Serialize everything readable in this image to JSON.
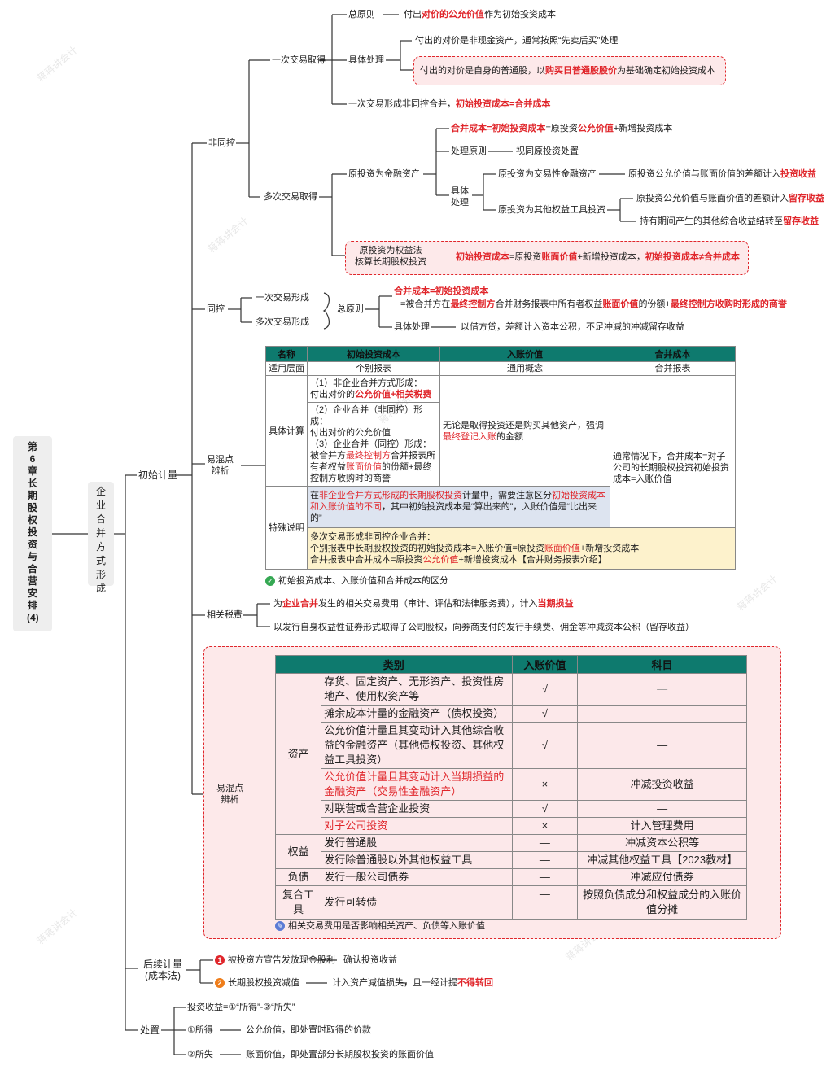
{
  "watermark": "蒋蒋讲会计",
  "root": {
    "title": "第6章长期股权投资与合营安排(4)"
  },
  "l1": {
    "title": "企业合并方式形成"
  },
  "l2": {
    "init": "初始计量",
    "subsequent": "后续计量\n(成本法)",
    "disposal": "处置"
  },
  "l3": {
    "nontong": "非同控",
    "tong": "同控",
    "hunxiao1": "易混点\n辨析",
    "related": "相关税费",
    "hunxiao2": "易混点\n辨析"
  },
  "nontong": {
    "once": "一次交易取得",
    "multi": "多次交易取得",
    "zongyuanze": "总原则",
    "zong_text_1": "付出",
    "zong_text_red": "对价的公允价值",
    "zong_text_2": "作为初始投资成本",
    "juti": "具体处理",
    "juti_1": "付出的对价是非现金资产，通常按照“先卖后买”处理",
    "juti_2a": "付出的对价是自身的普通股，以",
    "juti_2red": "购买日普通股股价",
    "juti_2b": "为基础确定初始投资成本",
    "once_form_a": "一次交易形成非同控合并，",
    "once_form_red": "初始投资成本=合并成本",
    "multi_top_red": "合并成本=初始投资成本",
    "multi_top_b": "=原投资",
    "multi_top_red2": "公允价值",
    "multi_top_c": "+新增投资成本",
    "yuan_fin": "原投资为金融资产",
    "chuli": "处理原则",
    "chuli_text": "视同原投资处置",
    "juti2": "具体\n处理",
    "jiaoyi": "原投资为交易性金融资产",
    "jiaoyi_a": "原投资公允价值与账面价值的差额计入",
    "jiaoyi_red": "投资收益",
    "qita": "原投资为其他权益工具投资",
    "qita_1a": "原投资公允价值与账面价值的差额计入",
    "qita_1red": "留存收益",
    "qita_2a": "持有期间产生的其他综合收益结转至",
    "qita_2red": "留存收益",
    "equity_label": "原投资为权益法\n核算长期股权投资",
    "equity_red1": "初始投资成本",
    "equity_b": "=原投资",
    "equity_red2": "账面价值",
    "equity_c": "+新增投资成本，",
    "equity_red3": "初始投资成本≠合并成本"
  },
  "tong": {
    "once": "一次交易形成",
    "multi": "多次交易形成",
    "zong": "总原则",
    "red1": "合并成本=初始投资成本",
    "line2a": "=被合并方在",
    "line2red1": "最终控制方",
    "line2b": "合并财务报表中所有者权益",
    "line2red2": "账面价值",
    "line2c": "的份额+",
    "line2red3": "最终控制方收购时形成的商誉",
    "juti": "具体处理",
    "juti_text": "以借方贷，差额计入资本公积，不足冲减的冲减留存收益"
  },
  "table1": {
    "headers": [
      "名称",
      "初始投资成本",
      "入账价值",
      "合并成本"
    ],
    "row1": [
      "适用层面",
      "个别报表",
      "通用概念",
      "合并报表"
    ],
    "calc_label": "具体计算",
    "calc_a1": "（1）非企业合并方式形成：",
    "calc_a2a": "付出对价的",
    "calc_a2red": "公允价值+相关税费",
    "calc_b1": "（2）企业合并（非同控）形成：",
    "calc_b2": "付出对价的公允价值",
    "calc_c1": "（3）企业合并（同控）形成：",
    "calc_c2a": "被合并方",
    "calc_c2red": "最终控制方",
    "calc_c2b": "合并报表所",
    "calc_c3a": "有者权益",
    "calc_c3red": "账面价值",
    "calc_c3b": "的份额+最终",
    "calc_c4": "控制方收购时的商誉",
    "ruzhang_a": "无论是取得投资还是购买其他资产，强调",
    "ruzhang_red": "最终登记入账",
    "ruzhang_b": "的金额",
    "hebing": "通常情况下，合并成本=对子公司的长期股权投资初始投资成本=入账价值",
    "special_label": "特殊说明",
    "sp1_a": "在",
    "sp1_red1": "非企业合并方式形成的长期股权投资",
    "sp1_b": "计量中，需要注意区分",
    "sp1_red2": "初始投资成本和入账价值的不同",
    "sp1_c": "，其中初始投资成本是“算出来的”，入账价值是“比出来的”",
    "sp2_1": "多次交易形成非同控企业合并：",
    "sp2_2a": "个别报表中长期股权投资的初始投资成本=入账价值=原投资",
    "sp2_2red": "账面价值",
    "sp2_2b": "+新增投资成本",
    "sp2_3a": "合并报表中合并成本=原投资",
    "sp2_3red": "公允价值",
    "sp2_3b": "+新增投资成本【合并财务报表介绍】",
    "note": "初始投资成本、入账价值和合并成本的区分"
  },
  "related": {
    "r1a": "为",
    "r1red1": "企业合并",
    "r1b": "发生的相关交易费用（审计、评估和法律服务费），计入",
    "r1red2": "当期损益",
    "r2": "以发行自身权益性证券形式取得子公司股权，向券商支付的发行手续费、佣金等冲减资本公积（留存收益）"
  },
  "table2": {
    "headers": [
      "类别",
      "入账价值",
      "科目"
    ],
    "groups": [
      "资产",
      "权益",
      "负债",
      "复合工具"
    ],
    "rows": [
      {
        "item": "存货、固定资产、无形资产、投资性房地产、使用权资产等",
        "v": "√",
        "k": "—"
      },
      {
        "item": "摊余成本计量的金融资产（债权投资）",
        "v": "√",
        "k": "—"
      },
      {
        "item": "公允价值计量且其变动计入其他综合收益的金融资产（其他债权投资、其他权益工具投资）",
        "v": "√",
        "k": "—"
      },
      {
        "item": "公允价值计量且其变动计入当期损益的金融资产（交易性金融资产）",
        "v": "×",
        "k": "冲减投资收益"
      },
      {
        "item": "对联营或合营企业投资",
        "v": "√",
        "k": "—"
      },
      {
        "item": "对子公司投资",
        "v": "×",
        "k": "计入管理费用"
      },
      {
        "item": "发行普通股",
        "v": "—",
        "k": "冲减资本公积等"
      },
      {
        "item": "发行除普通股以外其他权益工具",
        "v": "—",
        "k": "冲减其他权益工具【2023教材】"
      },
      {
        "item": "发行一般公司债券",
        "v": "—",
        "k": "冲减应付债券"
      },
      {
        "item": "发行可转债",
        "v": "—",
        "k": "按照负债成分和权益成分的入账价值分摊"
      }
    ],
    "note": "相关交易费用是否影响相关资产、负债等入账价值"
  },
  "subsequent": {
    "s1": "被投资方宣告发放现金股利",
    "s1r": "确认投资收益",
    "s2": "长期股权投资减值",
    "s2ra": "计入资产减值损失，且一经计提",
    "s2red": "不得转回"
  },
  "disposal": {
    "d1": "投资收益=①“所得”-②“所失”",
    "d2": "①所得",
    "d2r": "公允价值，即处置时取得的价款",
    "d3": "②所失",
    "d3r": "账面价值，即处置部分长期股权投资的账面价值"
  }
}
